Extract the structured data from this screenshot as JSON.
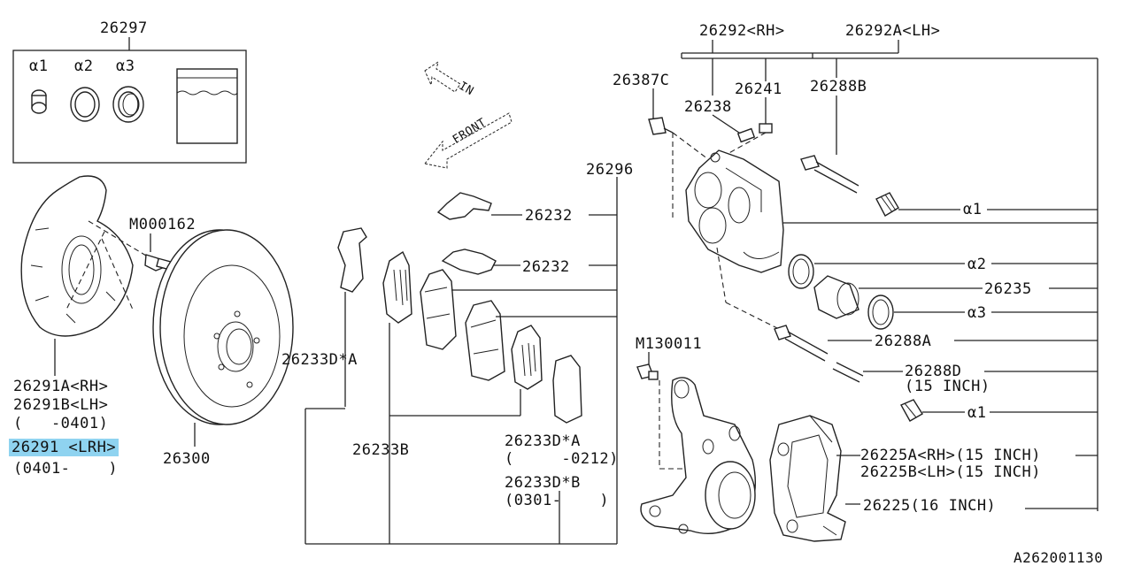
{
  "labels": {
    "kit_26297": "26297",
    "a1_kit": "α1",
    "a2_kit": "α2",
    "a3_kit": "α3",
    "m000162": "M000162",
    "cover_rh": "26291A<RH>",
    "cover_lh": "26291B<LH>",
    "cover_date1": "(   -0401)",
    "cover_lrh": "26291 <LRH>",
    "cover_date2": "(0401-    )",
    "rotor": "26300",
    "pad_shim_a": "26233D*A",
    "pad_b": "26233B",
    "shim_a": "26233D*A",
    "shim_a_date": "(     -0212)",
    "shim_b": "26233D*B",
    "shim_b_date": "(0301-    )",
    "clip_1": "26232",
    "clip_2": "26232",
    "pad_set": "26296",
    "caliper_rh": "26292<RH>",
    "caliper_lh": "26292A<LH>",
    "bleeder": "26387C",
    "cap_26238": "26238",
    "bolt_26241": "26241",
    "pin_26288b": "26288B",
    "a1_boot": "α1",
    "a2_seal": "α2",
    "piston": "26235",
    "a3_boot": "α3",
    "pin_26288a": "26288A",
    "pin_26288d": "26288D",
    "pin_26288d_size": "(15 INCH)",
    "a1_boot2": "α1",
    "m130011": "M130011",
    "support_rh": "26225A<RH>(15 INCH)",
    "support_lh": "26225B<LH>(15 INCH)",
    "support_16": "26225(16 INCH)",
    "fig_code": "A262001130",
    "arrow_in": "IN",
    "arrow_front": "FRONT"
  }
}
